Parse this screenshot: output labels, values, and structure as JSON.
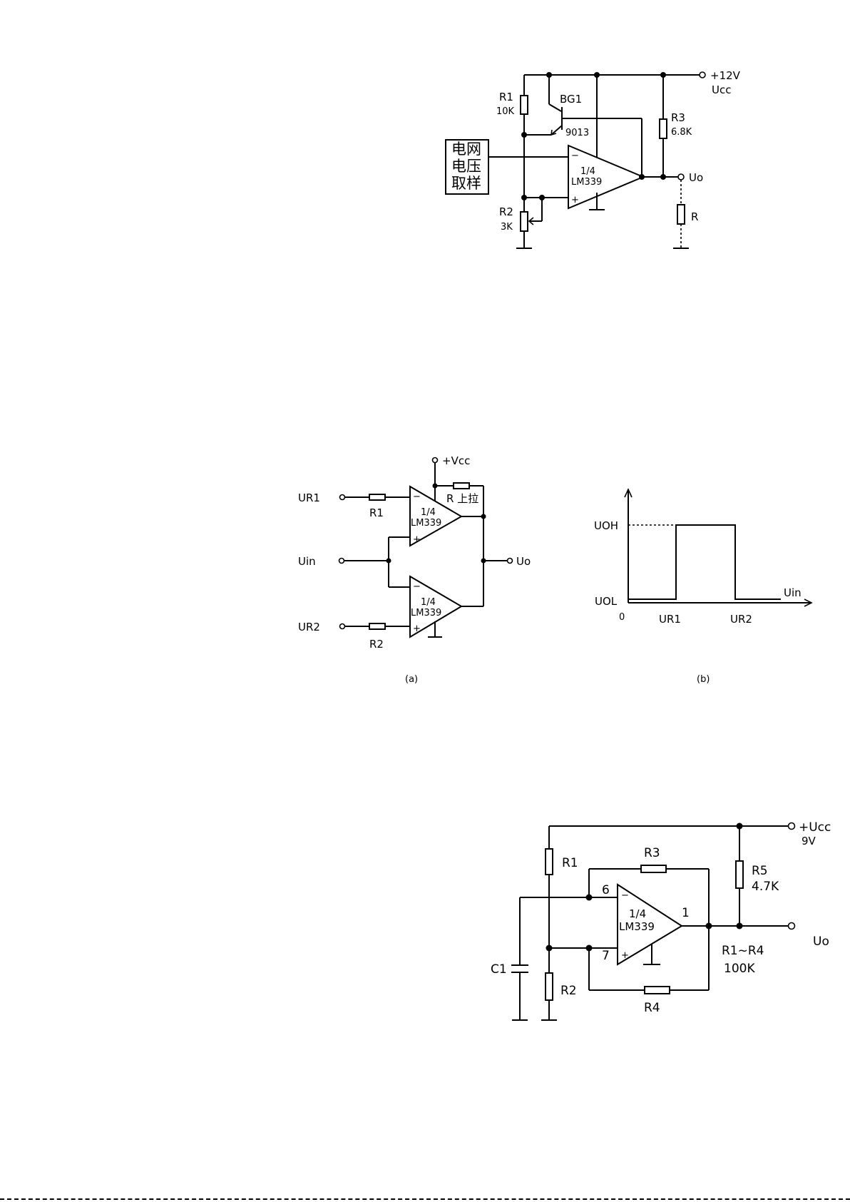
{
  "circuit1": {
    "vcc": "+12V",
    "ucc": "Ucc",
    "r1": "R1",
    "r1_val": "10K",
    "bg1": "BG1",
    "bg1_val": "9013",
    "r3": "R3",
    "r3_val": "6.8K",
    "sample_l1": "电网",
    "sample_l2": "电压",
    "sample_l3": "取样",
    "minus": "−",
    "plus": "+",
    "comp_frac": "1/4",
    "comp_name": "LM339",
    "uo": "Uo",
    "r2": "R2",
    "r2_val": "3K",
    "r": "R"
  },
  "circuit2": {
    "vcc": "+Vcc",
    "ur1": "UR1",
    "r1": "R1",
    "rload": "R 上拉",
    "comp_frac": "1/4",
    "comp_name": "LM339",
    "uin": "Uin",
    "uo": "Uo",
    "ur2": "UR2",
    "r2": "R2",
    "minus": "−",
    "plus": "+",
    "caption_a": "(a)"
  },
  "graph": {
    "uoh": "UOH",
    "uol": "UOL",
    "zero": "0",
    "ur1": "UR1",
    "ur2": "UR2",
    "uin": "Uin",
    "caption_b": "(b)"
  },
  "circuit3": {
    "vcc": "+Ucc",
    "vcc_val": "9V",
    "r1": "R1",
    "r3": "R3",
    "r5": "R5",
    "r5_val": "4.7K",
    "pin6": "6",
    "pin7": "7",
    "pin1": "1",
    "comp_frac": "1/4",
    "comp_name": "LM339",
    "minus": "−",
    "plus": "+",
    "uo": "Uo",
    "range": "R1~R4",
    "range_val": "100K",
    "c1": "C1",
    "r2": "R2",
    "r4": "R4"
  }
}
